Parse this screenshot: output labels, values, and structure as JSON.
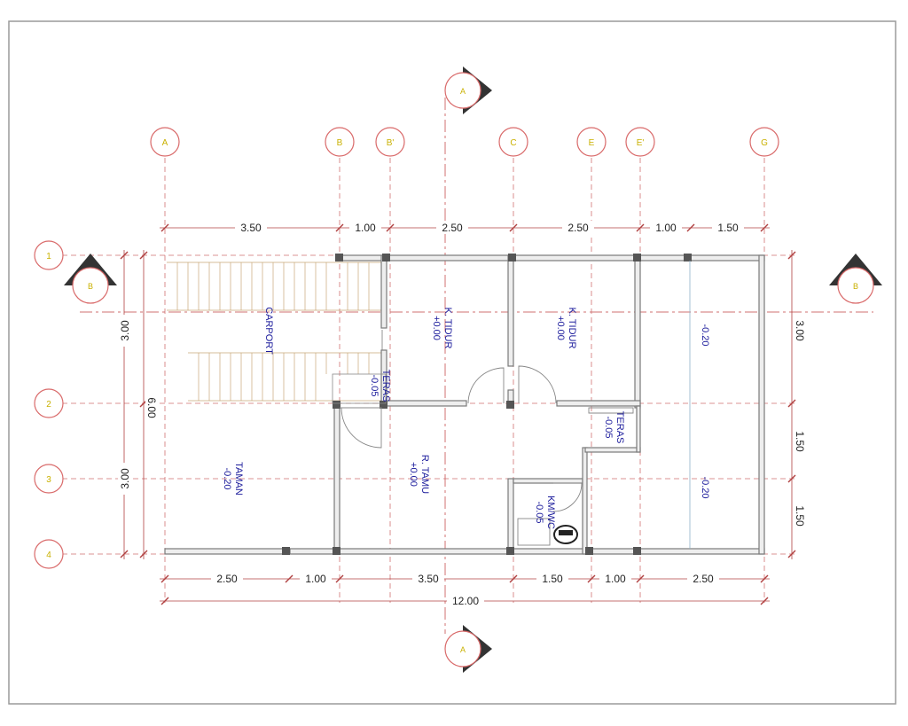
{
  "colors": {
    "wall": "#7a7a7a",
    "wall_fill": "#eeeeee",
    "grid_line": "#d07070",
    "bubble": "#d96a6a",
    "axis_label": "#c9b100",
    "room_text": "#1c1c9c",
    "dim_text": "#222222",
    "stair": "#c8a878",
    "frame": "#9a9a9a"
  },
  "grid_columns": [
    "A",
    "B",
    "B'",
    "C",
    "E",
    "E'",
    "G"
  ],
  "grid_rows": [
    "1",
    "2",
    "3",
    "4"
  ],
  "section_marks": {
    "top": "A",
    "bottom": "A",
    "left": "B",
    "right": "B"
  },
  "dimensions": {
    "top": [
      "3.50",
      "1.00",
      "2.50",
      "2.50",
      "1.00",
      "1.50"
    ],
    "bottom": [
      "2.50",
      "1.00",
      "3.50",
      "1.50",
      "1.00",
      "2.50"
    ],
    "bottom_total": "12.00",
    "left_parts": [
      "3.00",
      "3.00"
    ],
    "left_total": "6.00",
    "right": [
      "3.00",
      "1.50",
      "1.50"
    ]
  },
  "rooms": {
    "carport": {
      "name": "CARPORT"
    },
    "kt1": {
      "name": "K. TIDUR",
      "level": "+0.00"
    },
    "kt2": {
      "name": "K. TIDUR",
      "level": "+0.00"
    },
    "teras1": {
      "name": "TERAS",
      "level": "-0.05"
    },
    "teras2": {
      "name": "TERAS",
      "level": "-0.05"
    },
    "taman": {
      "name": "TAMAN",
      "level": "-0.20"
    },
    "rtamu": {
      "name": "R. TAMU",
      "level": "+0.00"
    },
    "km": {
      "name": "KM/WC",
      "level": "-0.05"
    },
    "side_top": {
      "level": "-0.20"
    },
    "side_bottom": {
      "level": "-0.20"
    }
  }
}
